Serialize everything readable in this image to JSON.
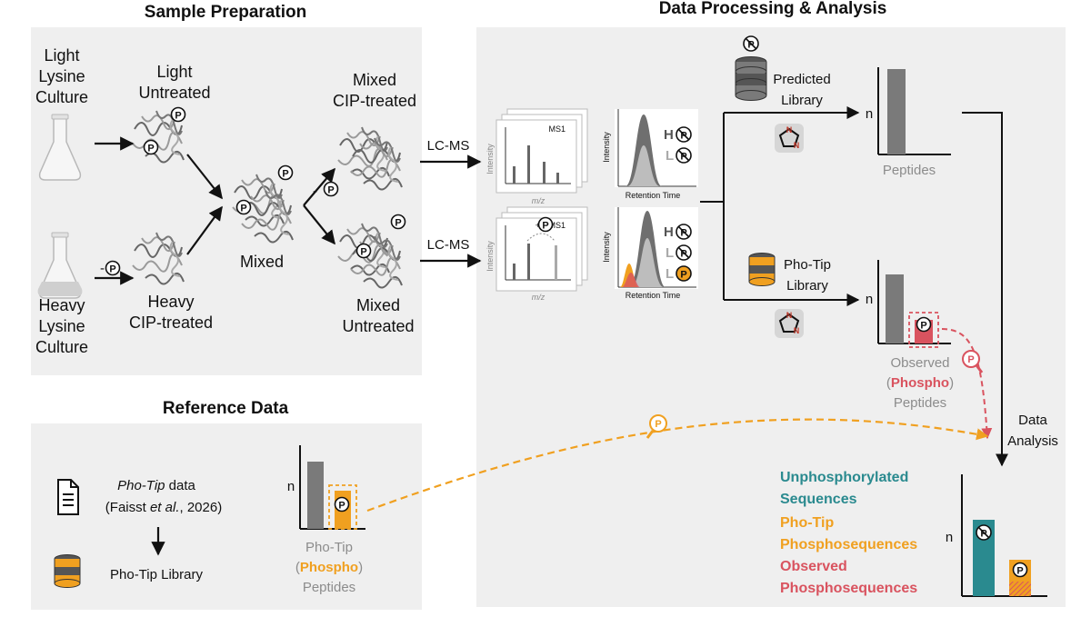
{
  "sections": {
    "sample_preparation": "Sample Preparation",
    "data_processing": "Data Processing & Analysis",
    "reference_data": "Reference Data"
  },
  "labels": {
    "light_culture": [
      "Light",
      "Lysine",
      "Culture"
    ],
    "heavy_culture": [
      "Heavy",
      "Lysine",
      "Culture"
    ],
    "light_untreated": [
      "Light",
      "Untreated"
    ],
    "heavy_cip": [
      "Heavy",
      "CIP-treated"
    ],
    "mixed": "Mixed",
    "mixed_cip": [
      "Mixed",
      "CIP-treated"
    ],
    "mixed_untreated": [
      "Mixed",
      "Untreated"
    ],
    "lcms": "LC-MS",
    "dephos": "-",
    "predicted_library": [
      "Predicted",
      "Library"
    ],
    "photip_library": [
      "Pho-Tip",
      "Library"
    ],
    "peptides": "Peptides",
    "observed_peptides": [
      "Observed",
      "(",
      "Phospho",
      ")",
      "Peptides"
    ],
    "data_analysis": [
      "Data",
      "Analysis"
    ],
    "photip_data": [
      "Pho-Tip",
      " data"
    ],
    "citation": [
      "(Faisst ",
      "et al.",
      ", 2026)"
    ],
    "ref_library": "Pho-Tip Library",
    "ref_peptides": [
      "Pho-Tip",
      "(",
      "Phospho",
      ")",
      "Peptides"
    ],
    "n": "n",
    "ms_intensity": "Intensity",
    "ms_mz": "m/z",
    "ms1": "MS1",
    "plus": "+",
    "lc_intensity": "Intensity",
    "retention_time": "Retention Time",
    "H": "H",
    "L": "L",
    "P": "P"
  },
  "legend": {
    "unphos": [
      "Unphosphorylated",
      "Sequences"
    ],
    "photip": [
      "Pho-Tip",
      "Phosphosequences"
    ],
    "observed": [
      "Observed",
      "Phosphosequences"
    ]
  },
  "colors": {
    "panel": "#efefef",
    "bar_grey": "#7a7a7a",
    "teal": "#2a8a8f",
    "orange": "#f0a020",
    "red": "#d9535f",
    "text_grey": "#8c8c8c"
  },
  "icons": [
    "flask-icon",
    "document-icon",
    "database-icon",
    "imidazole-icon",
    "phospho-search-icon"
  ],
  "chart_data": [
    {
      "type": "bar",
      "categories": [
        "Peptides"
      ],
      "values": [
        1
      ],
      "xlabel": "Peptides",
      "ylabel": "n"
    },
    {
      "type": "bar",
      "categories": [
        "unphosphorylated",
        "phospho"
      ],
      "values": [
        0.9,
        0.25
      ],
      "xlabel": "Observed (Phospho) Peptides",
      "ylabel": "n"
    },
    {
      "type": "bar",
      "categories": [
        "unphosphorylated",
        "phospho"
      ],
      "values": [
        0.9,
        0.45
      ],
      "xlabel": "Pho-Tip (Phospho) Peptides",
      "ylabel": "n"
    },
    {
      "type": "bar",
      "categories": [
        "Unphosphorylated Sequences",
        "Pho-Tip / Observed Phosphosequences"
      ],
      "values": [
        0.9,
        0.45
      ],
      "ylabel": "n"
    }
  ]
}
